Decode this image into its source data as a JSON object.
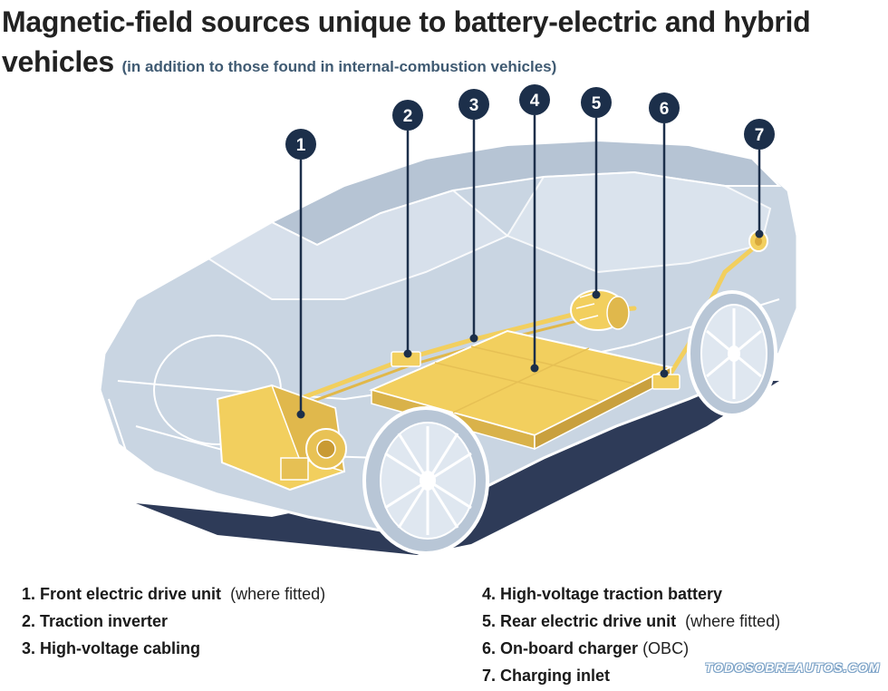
{
  "title": {
    "main": "Magnetic-field sources unique to battery-electric and hybrid vehicles",
    "subtitle": "(in addition to those found in internal-combustion vehicles)"
  },
  "markers": [
    "1",
    "2",
    "3",
    "4",
    "5",
    "6",
    "7"
  ],
  "legend": [
    {
      "name": "1. Front electric drive unit",
      "note": "(where fitted)"
    },
    {
      "name": "2. Traction inverter",
      "note": ""
    },
    {
      "name": "3. High-voltage cabling",
      "note": ""
    },
    {
      "name": "4. High-voltage traction battery",
      "note": ""
    },
    {
      "name": "5. Rear electric drive unit",
      "note": "(where fitted)"
    },
    {
      "name": "6. On-board charger",
      "note": "(OBC)"
    },
    {
      "name": "7. Charging inlet",
      "note": ""
    }
  ],
  "watermark": "TODOSOBREAUTOS.COM",
  "colors": {
    "marker_fill": "#1c2f4a",
    "component_yellow": "#f2cf5e",
    "body_ghost": "#c9d5e2",
    "outline": "#ffffff"
  }
}
